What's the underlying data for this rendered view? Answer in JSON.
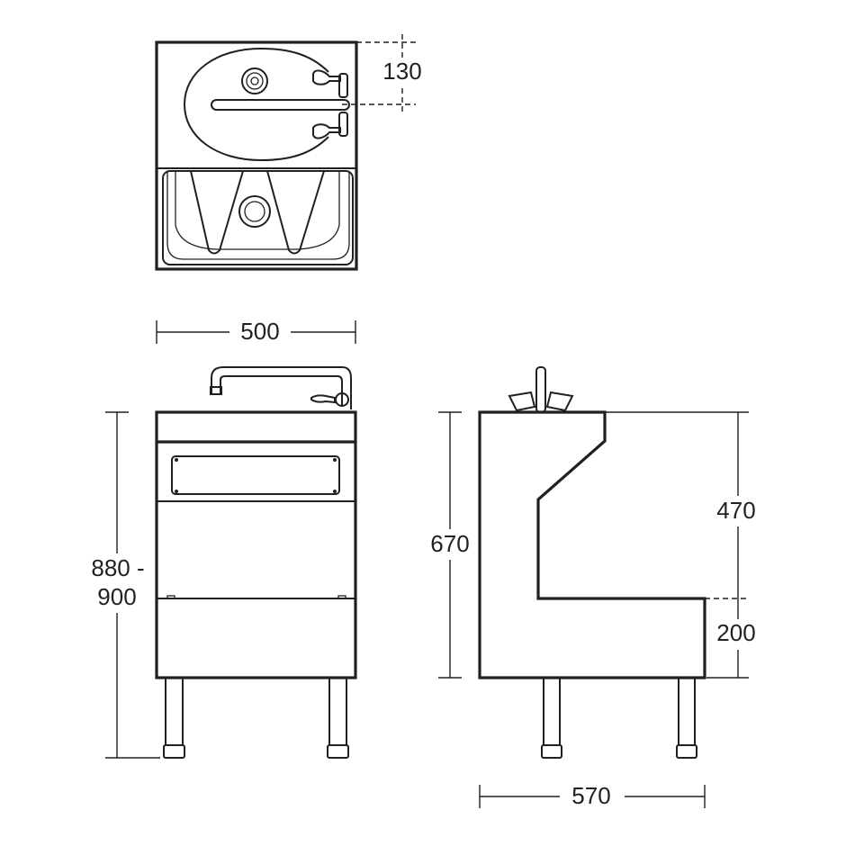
{
  "drawing": {
    "views": [
      "plan-view",
      "front-elevation",
      "side-elevation"
    ],
    "dimensions": {
      "tap_offset": "130",
      "width": "500",
      "height_line1": "880 -",
      "height_line2": "900",
      "cabinet_height": "670",
      "upper_height": "470",
      "lower_height": "200",
      "depth": "570"
    },
    "line_color": "#231f20"
  }
}
